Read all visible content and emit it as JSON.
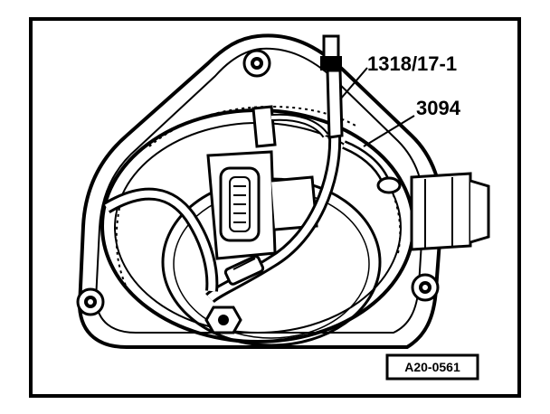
{
  "labels": {
    "callout_tool_a": "1318/17-1",
    "callout_tool_b": "3094",
    "figure_code": "A20-0561"
  },
  "colors": {
    "ink": "#000000",
    "paper": "#ffffff",
    "shade": "#9a9a9a"
  }
}
